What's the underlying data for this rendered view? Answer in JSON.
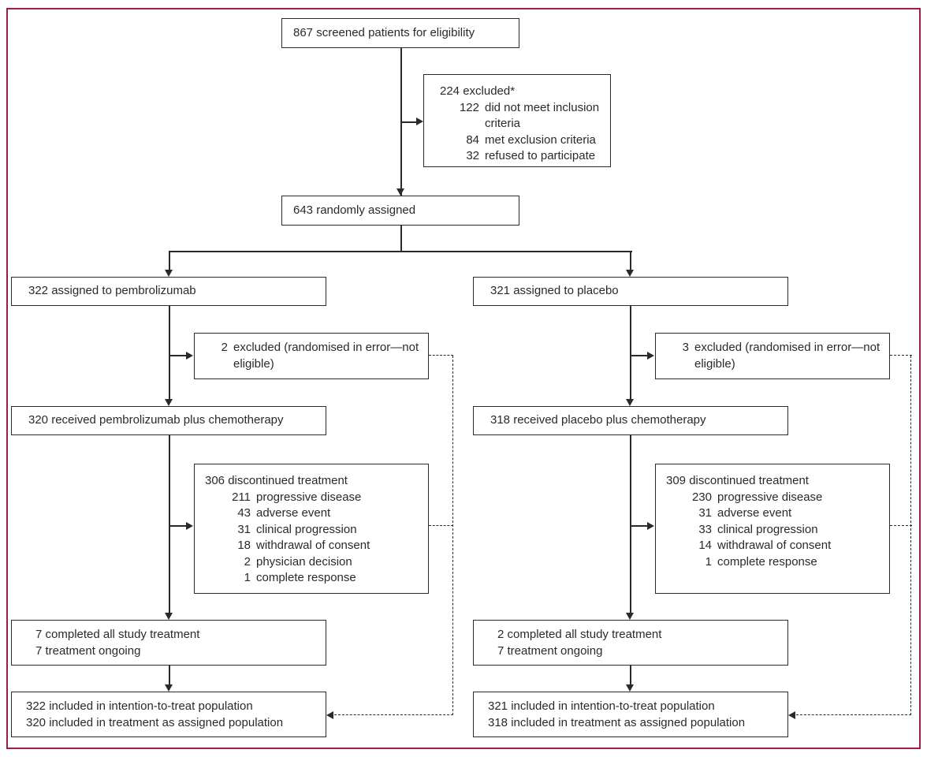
{
  "styles": {
    "frame_border_color": "#9e1b4e",
    "box_border_color": "#2b2a29",
    "text_color": "#2b2a29",
    "background": "#ffffff"
  },
  "flow": {
    "screened": "867 screened patients for eligibility",
    "excluded_top": {
      "title": "224 excluded*",
      "items": [
        {
          "n": "122",
          "label": "did not meet inclusion criteria"
        },
        {
          "n": "84",
          "label": "met exclusion criteria"
        },
        {
          "n": "32",
          "label": "refused to participate"
        }
      ]
    },
    "randomized": "643 randomly assigned",
    "pembrolizumab": {
      "assigned": "322 assigned to pembrolizumab",
      "excluded": {
        "n": "2",
        "label": "excluded (randomised in error—not eligible)"
      },
      "received": "320 received pembrolizumab plus chemotherapy",
      "discontinued": {
        "title": "306 discontinued treatment",
        "items": [
          {
            "n": "211",
            "label": "progressive disease"
          },
          {
            "n": "43",
            "label": "adverse event"
          },
          {
            "n": "31",
            "label": "clinical progression"
          },
          {
            "n": "18",
            "label": "withdrawal of consent"
          },
          {
            "n": "2",
            "label": "physician decision"
          },
          {
            "n": "1",
            "label": "complete response"
          }
        ]
      },
      "completed": [
        "7 completed all study treatment",
        "7 treatment ongoing"
      ],
      "analysis": [
        "322 included in intention-to-treat population",
        "320 included in treatment as assigned population"
      ]
    },
    "placebo": {
      "assigned": "321 assigned to placebo",
      "excluded": {
        "n": "3",
        "label": "excluded (randomised in error—not eligible)"
      },
      "received": "318 received placebo plus chemotherapy",
      "discontinued": {
        "title": "309 discontinued treatment",
        "items": [
          {
            "n": "230",
            "label": "progressive disease"
          },
          {
            "n": "31",
            "label": "adverse event"
          },
          {
            "n": "33",
            "label": "clinical progression"
          },
          {
            "n": "14",
            "label": "withdrawal of consent"
          },
          {
            "n": "1",
            "label": "complete response"
          }
        ]
      },
      "completed": [
        "2 completed all study treatment",
        "7 treatment ongoing"
      ],
      "analysis": [
        "321 included in intention-to-treat population",
        "318 included in treatment as assigned population"
      ]
    }
  }
}
